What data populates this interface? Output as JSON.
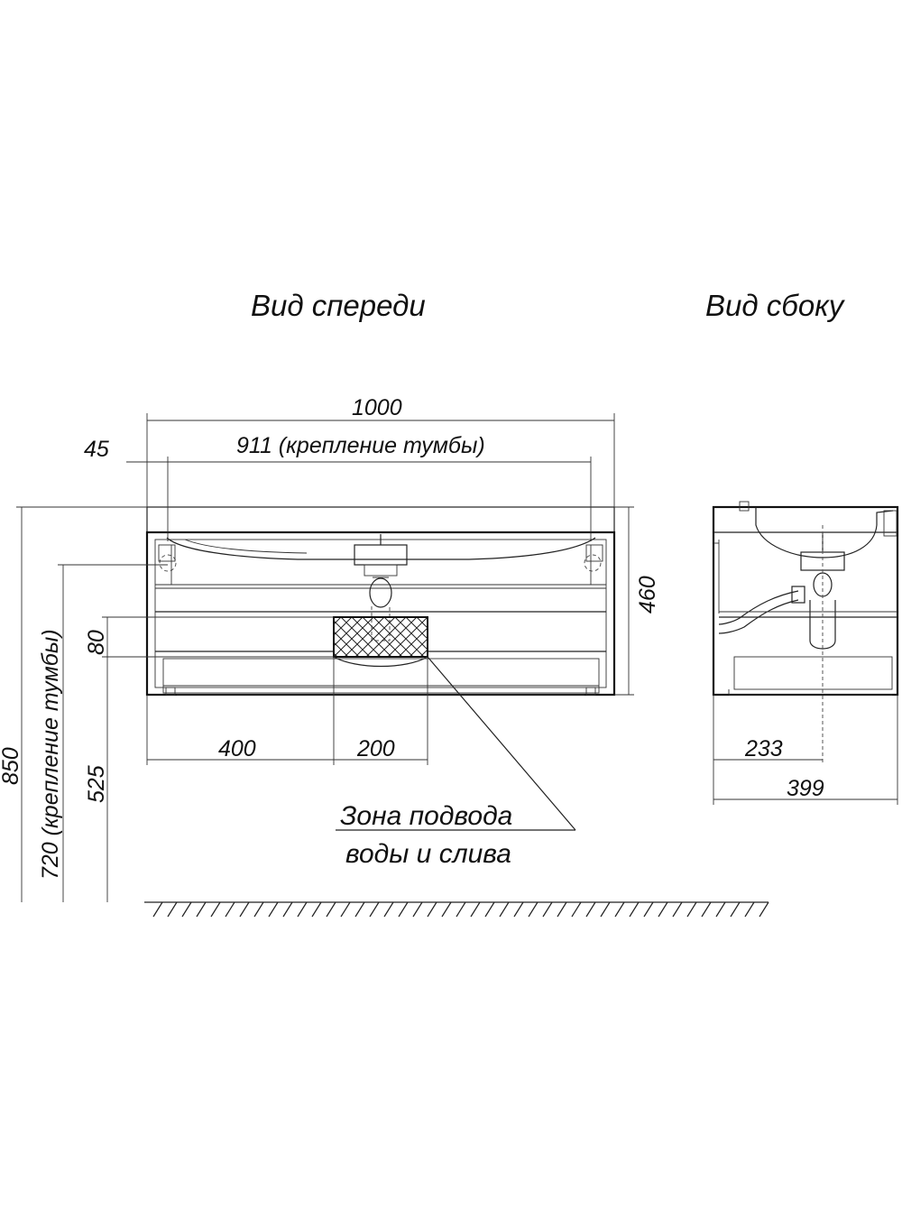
{
  "views": {
    "front_title": "Вид спереди",
    "side_title": "Вид сбоку"
  },
  "front_dimensions": {
    "total_width": "1000",
    "offset": "45",
    "mount_width": "911 (крепление тумбы)",
    "height": "460",
    "total_height": "850",
    "mount_height": "720 (крепление тумбы)",
    "zone_height": "80",
    "zone_from_floor": "525",
    "zone_offset_x": "400",
    "zone_width": "200"
  },
  "side_dimensions": {
    "drain_offset": "233",
    "depth": "399"
  },
  "callout": {
    "line1": "Зона подвода",
    "line2": "воды и слива"
  }
}
